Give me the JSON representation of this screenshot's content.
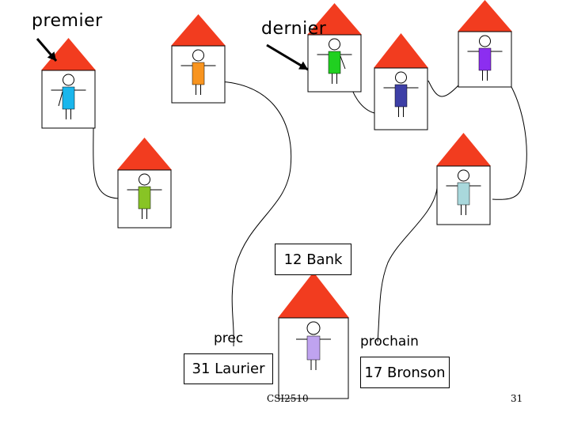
{
  "labels": {
    "premier": "premier",
    "dernier": "dernier",
    "prec": "prec",
    "prochain": "prochain"
  },
  "addresses": {
    "bank": "12 Bank",
    "laurier": "31 Laurier",
    "bronson": "17 Bronson"
  },
  "footer": {
    "course": "CSI2510",
    "page": "31"
  },
  "colors": {
    "roof": "#f23c1f",
    "line": "#000000",
    "people": [
      "#1ab6ec",
      "#f8941f",
      "#88c425",
      "#20d020",
      "#3d3fa6",
      "#8c2ef0",
      "#a9d8dc",
      "#bfa3ef"
    ]
  },
  "icons": {
    "house": "house-icon",
    "person": "stick-figure-icon",
    "arrow": "pointer-arrow"
  }
}
